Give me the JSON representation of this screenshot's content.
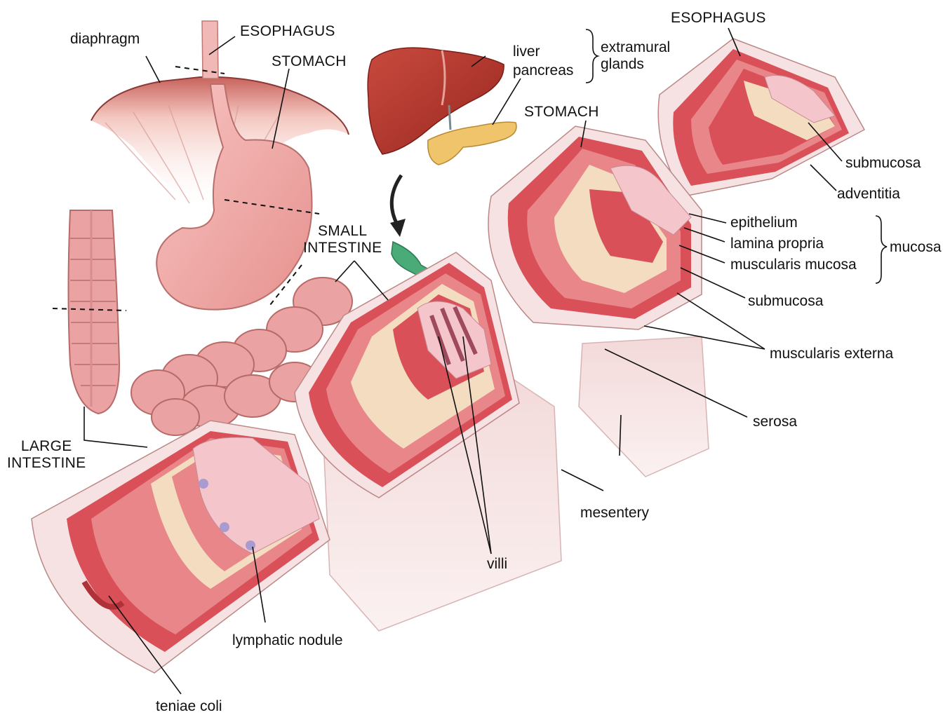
{
  "diagram": {
    "labels": {
      "diaphragm": "diaphragm",
      "esophagus_left": "ESOPHAGUS",
      "stomach_left": "STOMACH",
      "small_intestine": "SMALL\nINTESTINE",
      "large_intestine": "LARGE\nINTESTINE",
      "liver": "liver",
      "pancreas": "pancreas",
      "extramural_glands": "extramural\nglands",
      "esophagus_right": "ESOPHAGUS",
      "stomach_right": "STOMACH",
      "submucosa_esophagus": "submucosa",
      "adventitia": "adventitia",
      "epithelium": "epithelium",
      "lamina_propria": "lamina propria",
      "muscularis_mucosa": "muscularis mucosa",
      "mucosa": "mucosa",
      "submucosa_stomach": "submucosa",
      "muscularis_externa": "muscularis externa",
      "serosa": "serosa",
      "mesentery": "mesentery",
      "villi": "villi",
      "lymphatic_nodule": "lymphatic nodule",
      "teniae_coli": "teniae coli"
    },
    "colors": {
      "tissue_pink": "#eeaaa8",
      "muscle_red": "#d95058",
      "muscle_light": "#e8868a",
      "submucosa_cream": "#f3dcc0",
      "mucosa_pink": "#f4c6cc",
      "serosa_white": "#f8eeee",
      "mesentery": "#f6e4e4",
      "vessel": "#e0707a",
      "liver": "#b8372e",
      "pancreas": "#f0c46a",
      "bile_duct": "#4aaa78",
      "arrow": "#222222",
      "lymph_nodule": "#a99ad0"
    }
  }
}
